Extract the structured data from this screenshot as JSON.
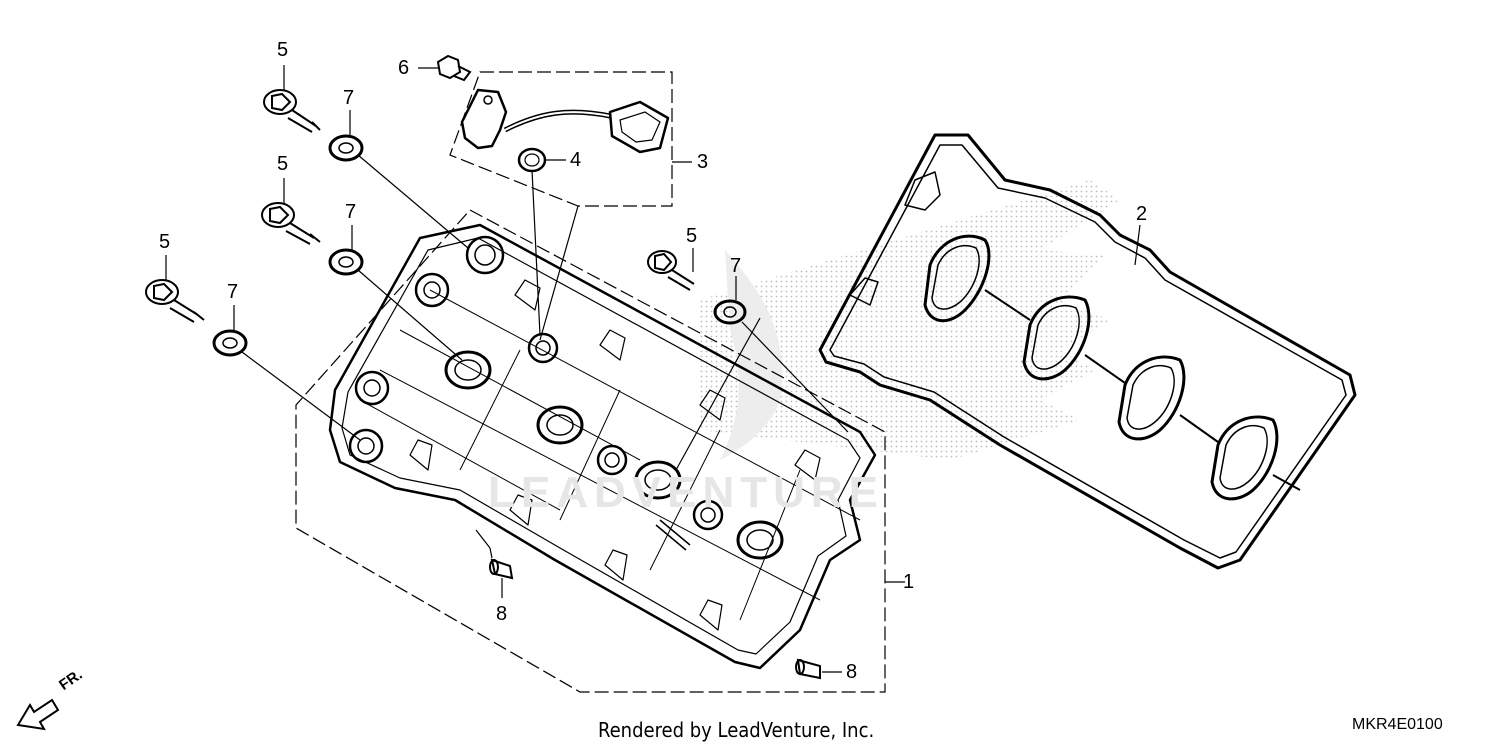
{
  "diagram": {
    "callouts": [
      {
        "id": "c1",
        "label": "1"
      },
      {
        "id": "c2",
        "label": "2"
      },
      {
        "id": "c3",
        "label": "3"
      },
      {
        "id": "c4",
        "label": "4"
      },
      {
        "id": "c5a",
        "label": "5"
      },
      {
        "id": "c5b",
        "label": "5"
      },
      {
        "id": "c5c",
        "label": "5"
      },
      {
        "id": "c5d",
        "label": "5"
      },
      {
        "id": "c6",
        "label": "6"
      },
      {
        "id": "c7a",
        "label": "7"
      },
      {
        "id": "c7b",
        "label": "7"
      },
      {
        "id": "c7c",
        "label": "7"
      },
      {
        "id": "c7d",
        "label": "7"
      },
      {
        "id": "c8a",
        "label": "8"
      },
      {
        "id": "c8b",
        "label": "8"
      }
    ],
    "direction_label": "FR.",
    "watermark": "LEADVENTURE"
  },
  "footer": {
    "credit": "Rendered by LeadVenture, Inc.",
    "diagram_code": "MKR4E0100"
  },
  "colors": {
    "line": "#000000",
    "watermark": "#e6e6e6",
    "hatch": "#bdbdbd"
  }
}
